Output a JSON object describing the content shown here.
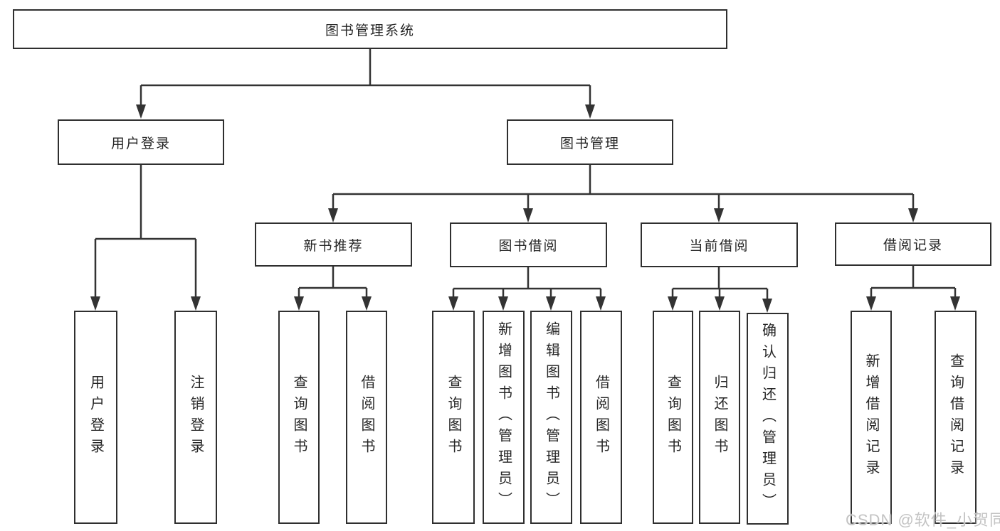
{
  "tree": {
    "root": "图书管理系统",
    "user_login": {
      "label": "用户登录",
      "children": [
        "用户登录",
        "注销登录"
      ]
    },
    "book_management": {
      "label": "图书管理",
      "sections": [
        {
          "label": "新书推荐",
          "children": [
            "查询图书",
            "借阅图书"
          ]
        },
        {
          "label": "图书借阅",
          "children": [
            "查询图书",
            "新增图书（管理员）",
            "编辑图书（管理员）",
            "借阅图书"
          ]
        },
        {
          "label": "当前借阅",
          "children": [
            "查询图书",
            "归还图书",
            "确认归还（管理员）"
          ]
        },
        {
          "label": "借阅记录",
          "children": [
            "新增借阅记录",
            "查询借阅记录"
          ]
        }
      ]
    }
  },
  "watermark": "CSDN @软件_小贺同学",
  "colors": {
    "line": "#333333",
    "box_border": "#2f2f2f",
    "text": "#262626",
    "background": "#ffffff",
    "watermark": "#c3c3c3"
  }
}
